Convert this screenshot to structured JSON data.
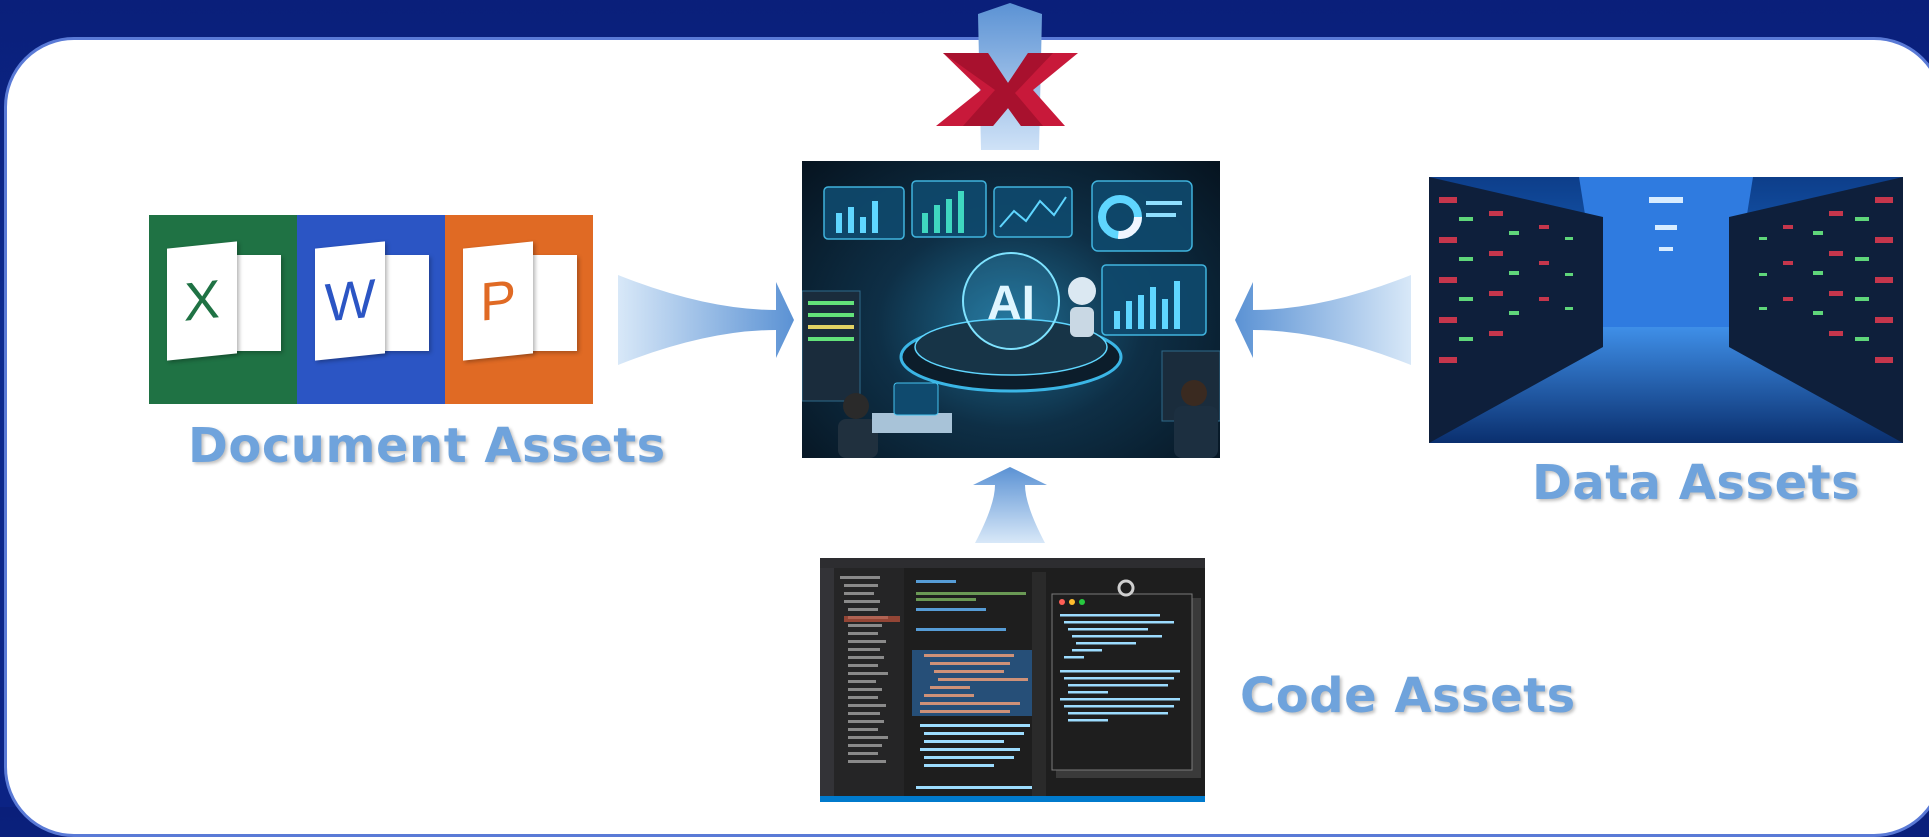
{
  "labels": {
    "document": "Document Assets",
    "data": "Data Assets",
    "code": "Code Assets",
    "hub": "AI"
  },
  "office_apps": [
    {
      "letter": "X",
      "color": "#1f7244"
    },
    {
      "letter": "W",
      "color": "#2b55c4"
    },
    {
      "letter": "P",
      "color": "#e06a24"
    }
  ],
  "colors": {
    "background": "#0b2384",
    "panel": "#ffffff",
    "label": "#6fa3dc",
    "arrow": "#8db8e6",
    "cross": "#c8193a"
  },
  "icons": [
    "blocked-cross-icon",
    "arrow-in-left-icon",
    "arrow-in-right-icon",
    "arrow-up-icon",
    "arrow-out-top-icon"
  ]
}
